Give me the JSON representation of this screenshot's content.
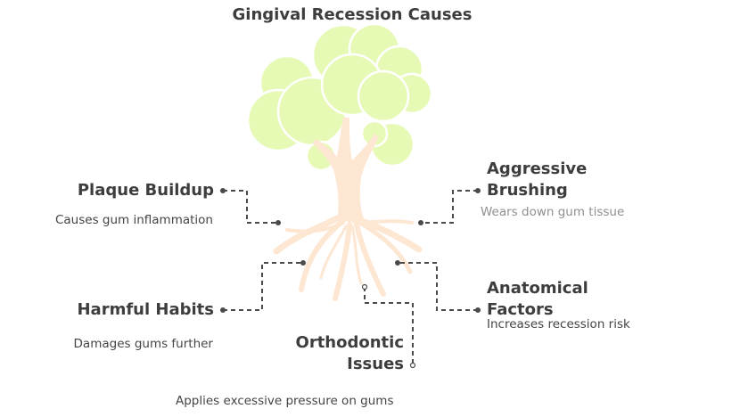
{
  "title": "Gingival Recession Causes",
  "causes": [
    {
      "label": "Plaque Buildup",
      "description": "Causes gum inflammation"
    },
    {
      "label": "Harmful Habits",
      "description": "Damages gums further"
    },
    {
      "label": "Orthodontic Issues",
      "description": "Applies excessive pressure on gums"
    },
    {
      "label": "Aggressive Brushing",
      "description": "Wears down gum tissue"
    },
    {
      "label": "Anatomical Factors",
      "description": "Increases recession risk"
    }
  ],
  "colors": {
    "foliage": "#e6fab6",
    "trunk": "#fde6d2",
    "text": "#3d3d3d",
    "connector": "#4a4a4a"
  }
}
